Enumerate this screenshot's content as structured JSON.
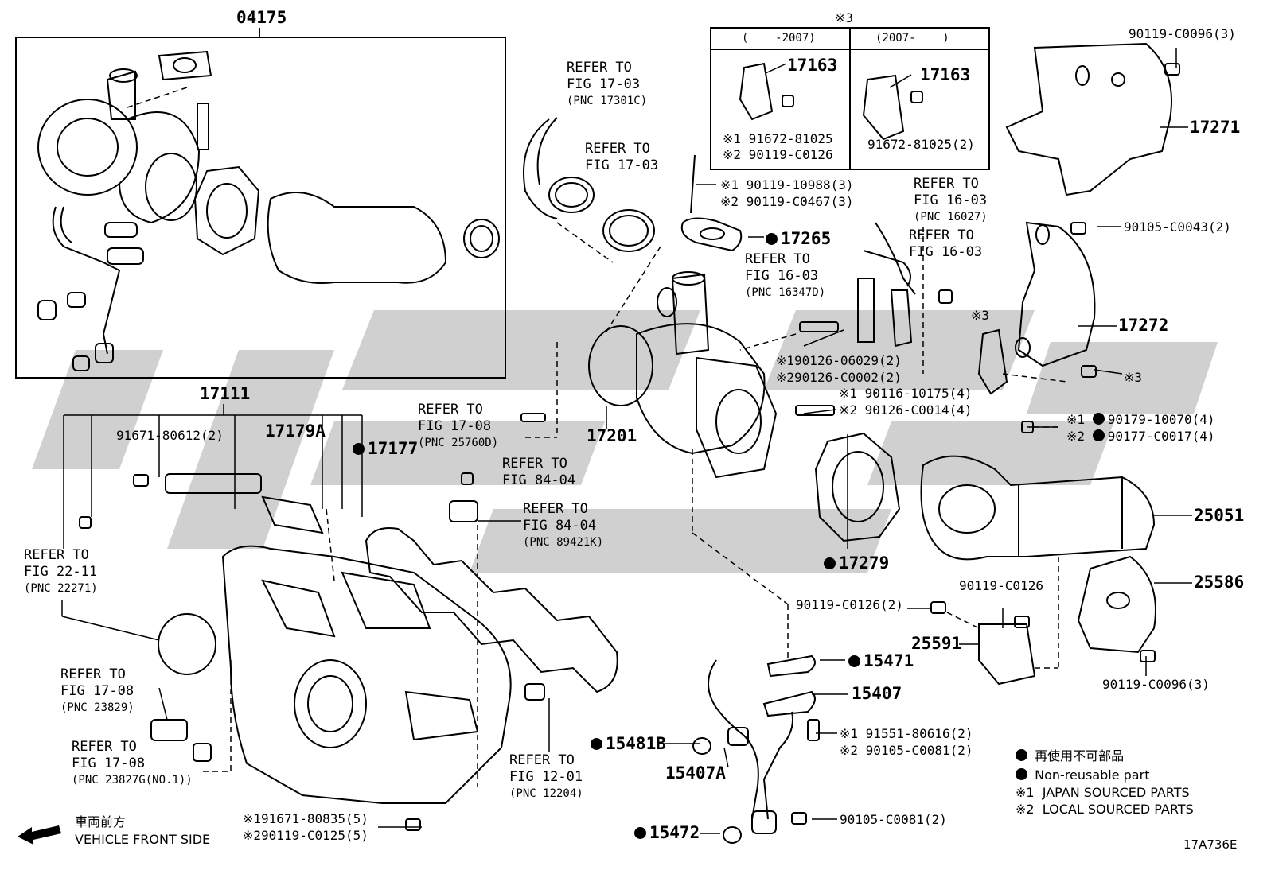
{
  "labels": {
    "p04175": "04175",
    "p17111": "17111",
    "p17179A": "17179A",
    "p17177": "17177",
    "p17201": "17201",
    "p17265": "17265",
    "p17163a": "17163",
    "p17163b": "17163",
    "p17271": "17271",
    "p17272": "17272",
    "p25051": "25051",
    "p25586": "25586",
    "p25591": "25591",
    "p17279": "17279",
    "p15471": "15471",
    "p15407": "15407",
    "p15407A": "15407A",
    "p15481B": "15481B",
    "p15472": "15472",
    "note3": "※3",
    "note3b": "※3",
    "note3c": "※3"
  },
  "period_table": {
    "col1": "(    -2007)",
    "col2": "(2007-    )",
    "c1_l1": "※1 91672-81025",
    "c1_l2": "※2 90119-C0126",
    "c2_l1": "91672-81025(2)"
  },
  "parts": {
    "b1": "90119-C0096(3)",
    "b2": "90105-C0043(2)",
    "b3a": "※1 90119-10988(3)",
    "b3b": "※2 90119-C0467(3)",
    "b4a": "※190126-06029(2)",
    "b4b": "※290126-C0002(2)",
    "b5a": "※1 90116-10175(4)",
    "b5b": "※2 90126-C0014(4)",
    "b6a": "※1",
    "b6a2": "90179-10070(4)",
    "b6b": "※2",
    "b6b2": "90177-C0017(4)",
    "b7": "91671-80612(2)",
    "b8": "90119-C0126(2)",
    "b9": "90119-C0126",
    "b10": "90119-C0096(3)",
    "b11a": "※1 91551-80616(2)",
    "b11b": "※2 90105-C0081(2)",
    "b12": "90105-C0081(2)",
    "b13a": "※191671-80835(5)",
    "b13b": "※290119-C0125(5)"
  },
  "refs": {
    "r1a": "REFER TO",
    "r1b": "FIG 17-03",
    "r1c": "(PNC 17301C)",
    "r2a": "REFER TO",
    "r2b": "FIG 17-03",
    "r3a": "REFER TO",
    "r3b": "FIG 16-03",
    "r3c": "(PNC 16027)",
    "r4a": "REFER TO",
    "r4b": "FIG 16-03",
    "r5a": "REFER TO",
    "r5b": "FIG 16-03",
    "r5c": "(PNC 16347D)",
    "r6a": "REFER TO",
    "r6b": "FIG 17-08",
    "r6c": "(PNC 25760D)",
    "r7a": "REFER TO",
    "r7b": "FIG 84-04",
    "r8a": "REFER TO",
    "r8b": "FIG 84-04",
    "r8c": "(PNC 89421K)",
    "r9a": "REFER TO",
    "r9b": "FIG 22-11",
    "r9c": "(PNC 22271)",
    "r10a": "REFER TO",
    "r10b": "FIG 17-08",
    "r10c": "(PNC 23829)",
    "r11a": "REFER TO",
    "r11b": "FIG 17-08",
    "r11c": "(PNC 23827G(NO.1))",
    "r12a": "REFER TO",
    "r12b": "FIG 12-01",
    "r12c": "(PNC 12204)"
  },
  "legend": {
    "l1": "再使用不可部品",
    "l2": "Non-reusable part",
    "l3": "※1  JAPAN SOURCED PARTS",
    "l4": "※2  LOCAL SOURCED PARTS"
  },
  "front": {
    "jp": "車両前方",
    "en": "VEHICLE FRONT SIDE"
  },
  "figure_code": "17A736E"
}
